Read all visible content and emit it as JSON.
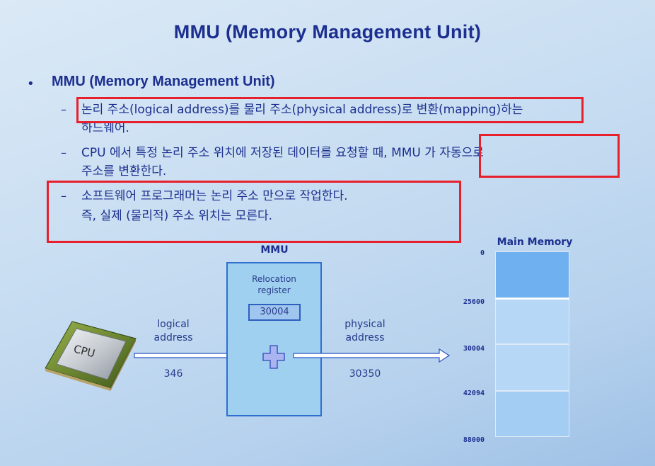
{
  "slide": {
    "title": "MMU (Memory Management Unit)",
    "bullet": "MMU (Memory Management Unit)",
    "items": [
      {
        "line1": "논리 주소(logical address)를 물리 주소(physical address)로 변환(mapping)하는",
        "line2": "하드웨어."
      },
      {
        "line1": "CPU 에서 특정 논리 주소 위치에 저장된 데이터를 요청할 때, MMU 가 자동으로",
        "line2": "주소를 변환한다."
      },
      {
        "line1": "소프트웨어 프로그래머는 논리 주소 만으로 작업한다.",
        "line2": "즉, 실제 (물리적) 주소 위치는 모른다."
      }
    ]
  },
  "diagram": {
    "cpu_label": "CPU",
    "mmu_label": "MMU",
    "relocation_label_1": "Relocation",
    "relocation_label_2": "register",
    "relocation_value": "30004",
    "logical_label_1": "logical",
    "logical_label_2": "address",
    "logical_value": "346",
    "physical_label_1": "physical",
    "physical_label_2": "address",
    "physical_value": "30350",
    "plus_symbol": "+",
    "main_memory_label": "Main Memory",
    "memory_ticks": [
      "0",
      "25600",
      "30004",
      "42094",
      "88000"
    ]
  },
  "colors": {
    "title": "#1c2f8f",
    "highlight": "#e8202c",
    "mmu_fill": "#9fd0f0",
    "memory_top": "#6fb0f0",
    "memory_mid": "#b6d8f6",
    "memory_low": "#a4cdf4"
  }
}
